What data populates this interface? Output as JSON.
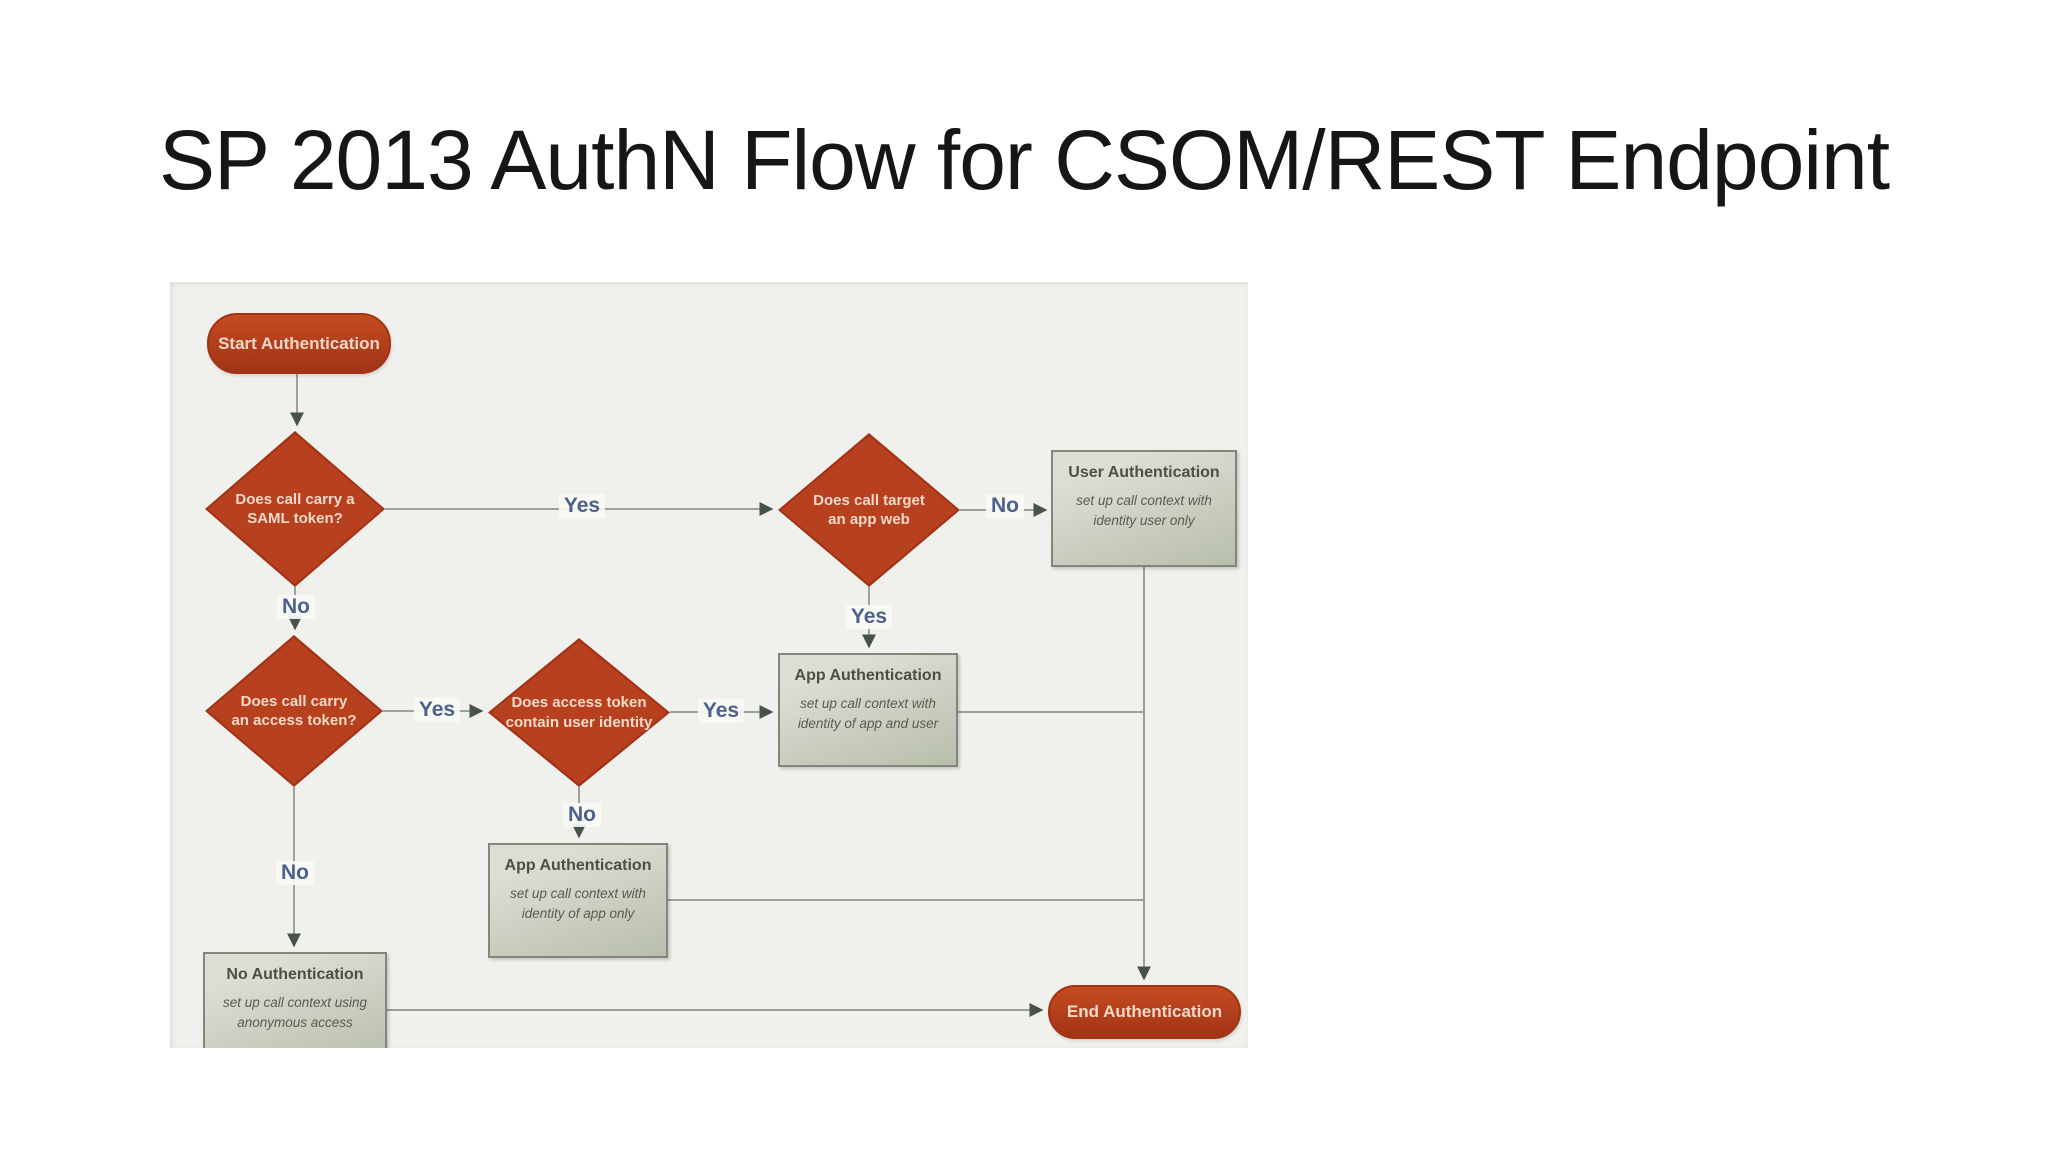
{
  "title": "SP 2013 AuthN Flow for CSOM/REST Endpoint",
  "flowchart": {
    "nodes": {
      "start": {
        "label": "Start Authentication"
      },
      "saml": {
        "line1": "Does call carry a",
        "line2": "SAML token?"
      },
      "appweb": {
        "line1": "Does call target",
        "line2": "an app web"
      },
      "user_auth": {
        "title": "User Authentication",
        "body1": "set up call context with",
        "body2": "identity user only"
      },
      "access": {
        "line1": "Does call carry",
        "line2": "an access token?"
      },
      "identity": {
        "line1": "Does access token",
        "line2": "contain user identity"
      },
      "app_auth_user": {
        "title": "App Authentication",
        "body1": "set up call context with",
        "body2": "identity of app and user"
      },
      "app_auth_only": {
        "title": "App Authentication",
        "body1": "set up call context with",
        "body2": "identity of app only"
      },
      "no_auth": {
        "title": "No Authentication",
        "body1": "set up call context using",
        "body2": "anonymous access"
      },
      "end": {
        "label": "End Authentication"
      }
    },
    "edge_labels": {
      "saml_yes": "Yes",
      "saml_no": "No",
      "appweb_no": "No",
      "appweb_yes": "Yes",
      "access_yes": "Yes",
      "access_no": "No",
      "identity_yes": "Yes",
      "identity_no": "No"
    }
  },
  "colors": {
    "accent_red": "#b7411e",
    "accent_red_dark": "#a23317",
    "accent_red_light": "#c54c21",
    "red_text": "#f3d9c9",
    "box_fill_light": "#dcded3",
    "box_fill_dark": "#b8beac",
    "box_border": "#82867b",
    "box_text": "#4c5044",
    "label_blue": "#4c618c",
    "line_gray": "#9ba19a",
    "arrow_dark": "#47524a",
    "panel_bg": "#f0f0ec",
    "page_bg": "#ffffff",
    "title_color": "#161616"
  }
}
